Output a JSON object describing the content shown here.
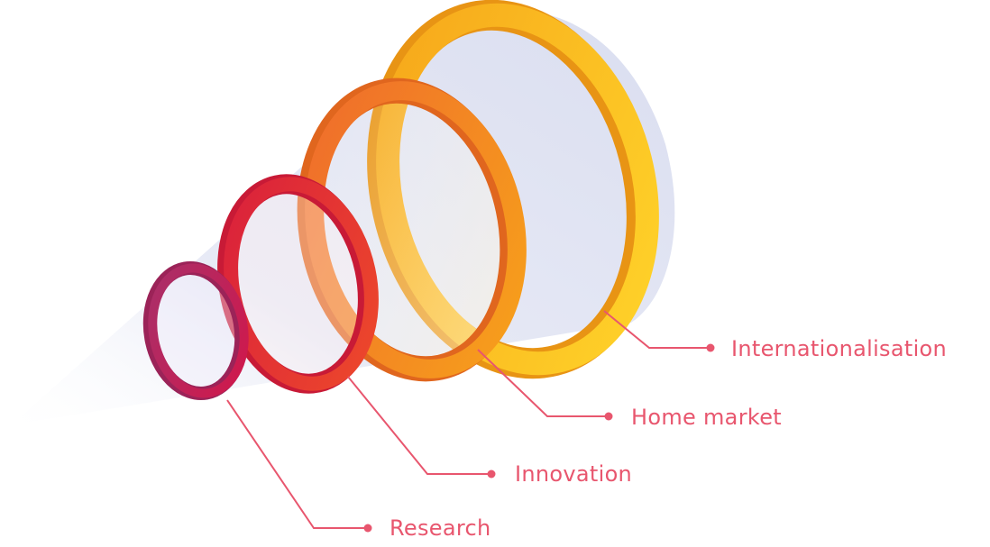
{
  "diagram": {
    "stages": [
      {
        "id": "research",
        "label": "Research",
        "color": "#c8174f"
      },
      {
        "id": "innovation",
        "label": "Innovation",
        "color": "#e23a2e"
      },
      {
        "id": "home-market",
        "label": "Home market",
        "color": "#f07a22"
      },
      {
        "id": "internationalisation",
        "label": "Internationalisation",
        "color": "#f9b81b"
      }
    ],
    "leader_color": "#e8566e",
    "label_color": "#e8566e",
    "cone_color": "#e3e6f4"
  }
}
